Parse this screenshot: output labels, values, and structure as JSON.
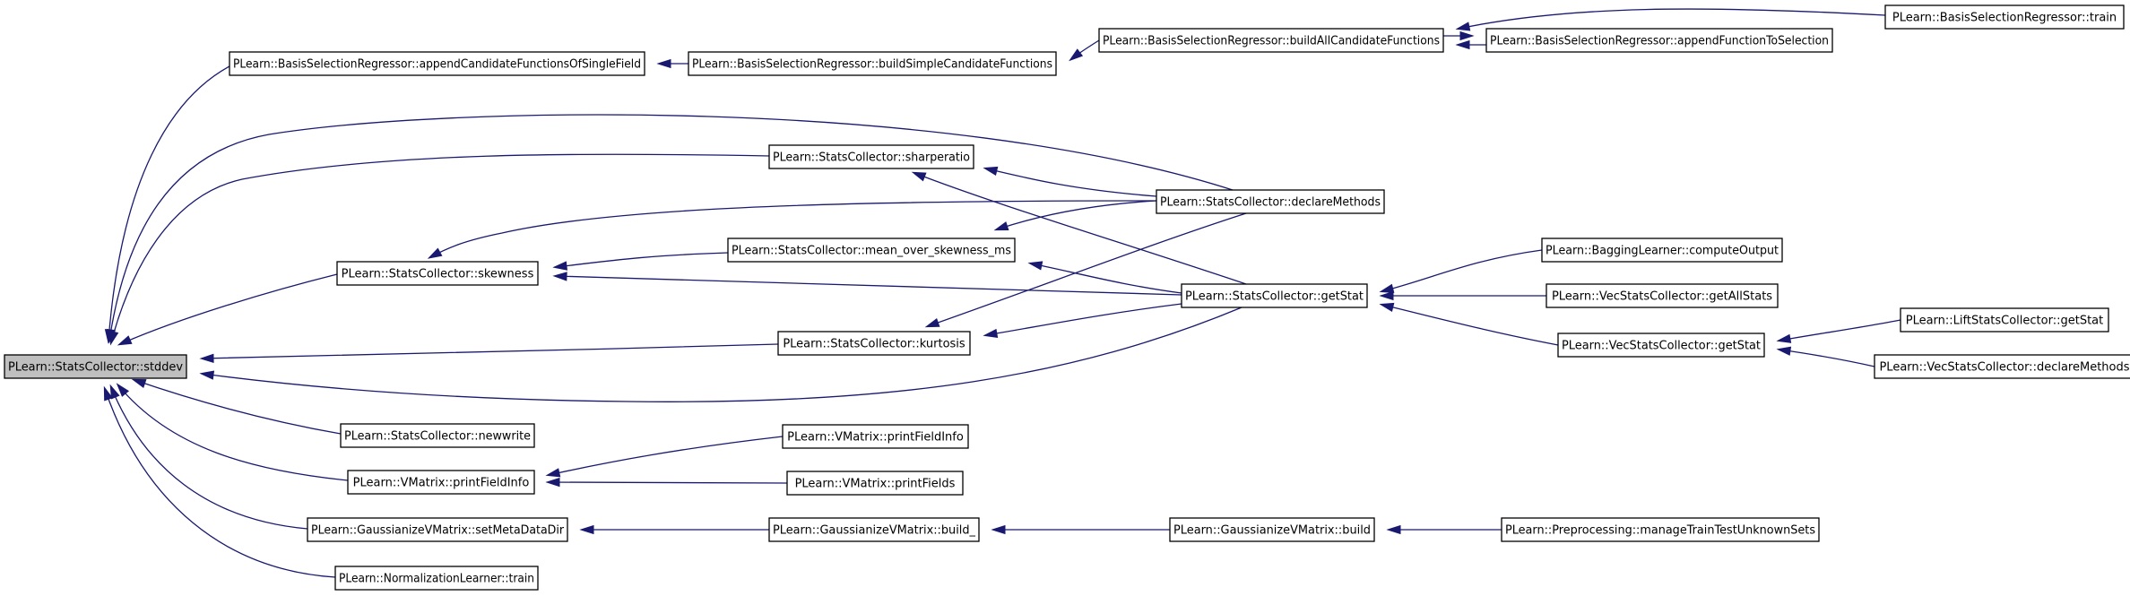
{
  "graph": {
    "title": "",
    "colors": {
      "edge": "#191970",
      "root_fill": "#bfbfbf",
      "node_fill": "#ffffff",
      "node_stroke": "#000000"
    },
    "nodes": [
      {
        "id": "n0",
        "label": "PLearn::StatsCollector::stddev",
        "root": true
      },
      {
        "id": "n1",
        "label": "PLearn::BasisSelectionRegressor::appendCandidateFunctionsOfSingleField"
      },
      {
        "id": "n2",
        "label": "PLearn::BasisSelectionRegressor::buildSimpleCandidateFunctions"
      },
      {
        "id": "n3",
        "label": "PLearn::BasisSelectionRegressor::buildAllCandidateFunctions"
      },
      {
        "id": "n4",
        "label": "PLearn::BasisSelectionRegressor::appendFunctionToSelection"
      },
      {
        "id": "n5",
        "label": "PLearn::BasisSelectionRegressor::train"
      },
      {
        "id": "n6",
        "label": "PLearn::StatsCollector::sharperatio"
      },
      {
        "id": "n7",
        "label": "PLearn::StatsCollector::declareMethods"
      },
      {
        "id": "n8",
        "label": "PLearn::StatsCollector::skewness"
      },
      {
        "id": "n9",
        "label": "PLearn::StatsCollector::mean_over_skewness_ms"
      },
      {
        "id": "n10",
        "label": "PLearn::StatsCollector::getStat"
      },
      {
        "id": "n11",
        "label": "PLearn::BaggingLearner::computeOutput"
      },
      {
        "id": "n12",
        "label": "PLearn::VecStatsCollector::getAllStats"
      },
      {
        "id": "n13",
        "label": "PLearn::StatsCollector::kurtosis"
      },
      {
        "id": "n14",
        "label": "PLearn::VecStatsCollector::getStat"
      },
      {
        "id": "n15",
        "label": "PLearn::LiftStatsCollector::getStat"
      },
      {
        "id": "n16",
        "label": "PLearn::VecStatsCollector::declareMethods"
      },
      {
        "id": "n17",
        "label": "PLearn::StatsCollector::newwrite"
      },
      {
        "id": "n18",
        "label": "PLearn::VMatrix::printFieldInfo"
      },
      {
        "id": "n19",
        "label": "PLearn::VMatrix::printFieldInfo"
      },
      {
        "id": "n20",
        "label": "PLearn::VMatrix::printFields"
      },
      {
        "id": "n21",
        "label": "PLearn::GaussianizeVMatrix::setMetaDataDir"
      },
      {
        "id": "n22",
        "label": "PLearn::GaussianizeVMatrix::build_"
      },
      {
        "id": "n23",
        "label": "PLearn::GaussianizeVMatrix::build"
      },
      {
        "id": "n24",
        "label": "PLearn::Preprocessing::manageTrainTestUnknownSets"
      },
      {
        "id": "n25",
        "label": "PLearn::NormalizationLearner::train"
      }
    ],
    "edges": [
      {
        "from": "n1",
        "to": "n0"
      },
      {
        "from": "n2",
        "to": "n1"
      },
      {
        "from": "n3",
        "to": "n2"
      },
      {
        "from": "n3",
        "to": "n4"
      },
      {
        "from": "n4",
        "to": "n3"
      },
      {
        "from": "n5",
        "to": "n3"
      },
      {
        "from": "n7",
        "to": "n0"
      },
      {
        "from": "n6",
        "to": "n0"
      },
      {
        "from": "n7",
        "to": "n6"
      },
      {
        "from": "n10",
        "to": "n6"
      },
      {
        "from": "n8",
        "to": "n0"
      },
      {
        "from": "n7",
        "to": "n8"
      },
      {
        "from": "n9",
        "to": "n8"
      },
      {
        "from": "n10",
        "to": "n8"
      },
      {
        "from": "n7",
        "to": "n9"
      },
      {
        "from": "n10",
        "to": "n9"
      },
      {
        "from": "n11",
        "to": "n10"
      },
      {
        "from": "n12",
        "to": "n10"
      },
      {
        "from": "n14",
        "to": "n10"
      },
      {
        "from": "n15",
        "to": "n14"
      },
      {
        "from": "n16",
        "to": "n14"
      },
      {
        "from": "n13",
        "to": "n0"
      },
      {
        "from": "n7",
        "to": "n13"
      },
      {
        "from": "n10",
        "to": "n13"
      },
      {
        "from": "n10",
        "to": "n0"
      },
      {
        "from": "n17",
        "to": "n0"
      },
      {
        "from": "n18",
        "to": "n0"
      },
      {
        "from": "n19",
        "to": "n18"
      },
      {
        "from": "n20",
        "to": "n18"
      },
      {
        "from": "n21",
        "to": "n0"
      },
      {
        "from": "n22",
        "to": "n21"
      },
      {
        "from": "n23",
        "to": "n22"
      },
      {
        "from": "n24",
        "to": "n23"
      },
      {
        "from": "n25",
        "to": "n0"
      }
    ]
  }
}
